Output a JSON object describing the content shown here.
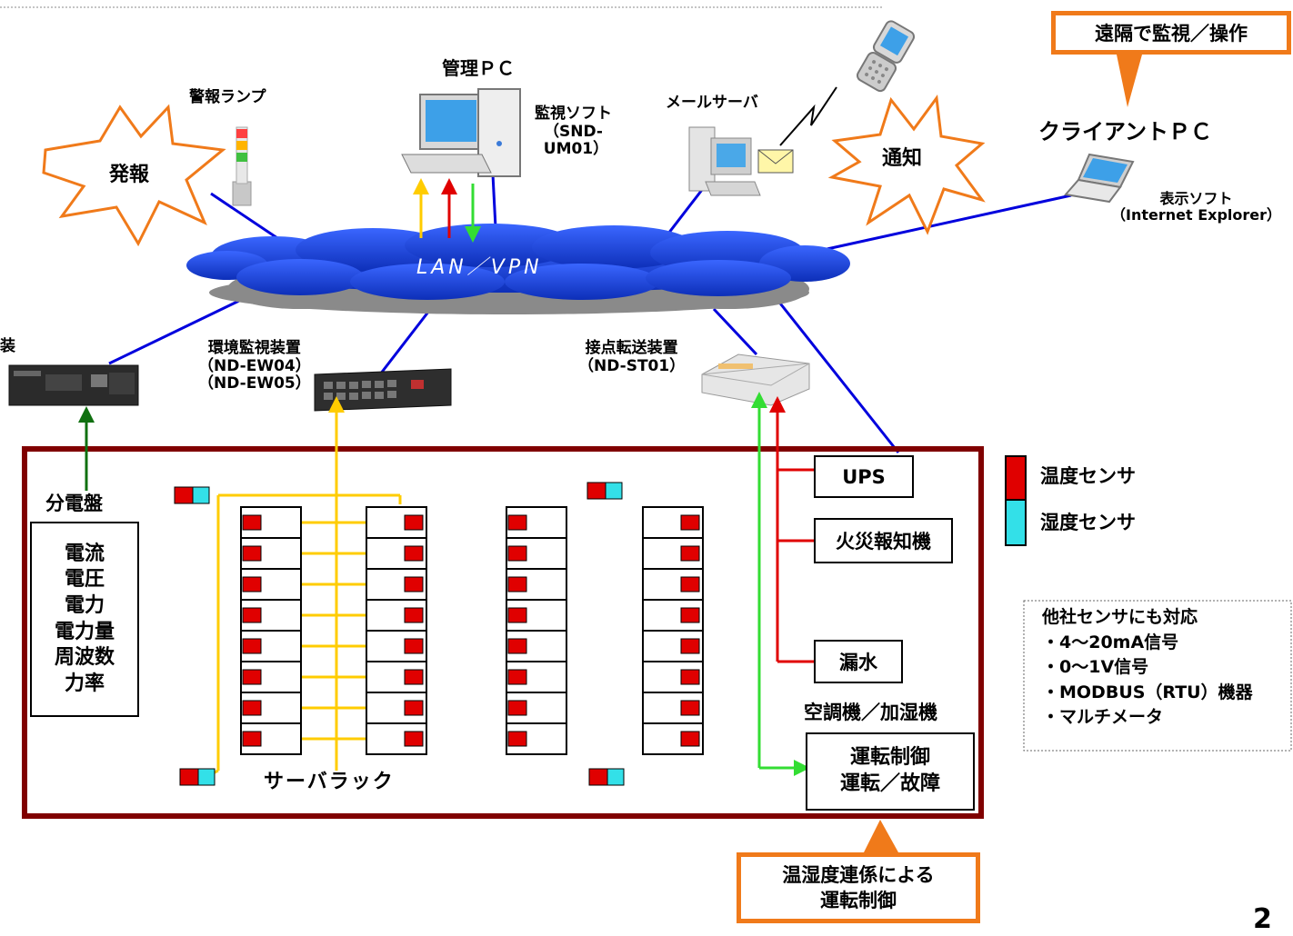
{
  "network": {
    "label": "LAN／VPN"
  },
  "alarm_lamp": {
    "label": "警報ランプ",
    "burst": "発報"
  },
  "admin_pc": {
    "label": "管理ＰＣ",
    "software": "監視ソフト\n（SND-\n UM01）"
  },
  "mail_server": {
    "label": "メールサーバ",
    "burst": "通知"
  },
  "remote": {
    "callout": "遠隔で監視／操作",
    "client_label": "クライアントＰＣ",
    "display_software": "表示ソフト\n（Internet Explorer）"
  },
  "env_monitor": {
    "label": "環境監視装置\n（ND-EW04）\n（ND-EW05）"
  },
  "contact_transfer": {
    "label": "接点転送装置\n（ND-ST01）"
  },
  "left_device": {
    "label_fragment": "装"
  },
  "distribution_board": {
    "label": "分電盤",
    "items": [
      "電流",
      "電圧",
      "電力",
      "電力量",
      "周波数",
      "力率"
    ]
  },
  "server_rack": {
    "label": "サーバラック"
  },
  "equipment": {
    "ups": "UPS",
    "fire_alarm": "火災報知機",
    "water_leak": "漏水"
  },
  "hvac": {
    "label": "空調機／加湿機",
    "functions": "運転制御\n運転／故障"
  },
  "legend": {
    "temperature": "温度センサ",
    "humidity": "湿度センサ"
  },
  "third_party": {
    "title": "他社センサにも対応",
    "items": [
      "・4～20mA信号",
      "・0～1V信号",
      "・MODBUS（RTU）機器",
      "・マルチメータ"
    ]
  },
  "linked_control": {
    "callout": "温湿度連係による\n運転制御"
  },
  "page_number": "2",
  "colors": {
    "orange": "#f07a1a",
    "frame": "#800000",
    "yellow": "#ffcc00",
    "red": "#e00000",
    "green": "#00b000",
    "bright_green": "#33dd33",
    "blue": "#0000dd",
    "cloud": "#1f4bdc",
    "cyan": "#33e0e8"
  }
}
